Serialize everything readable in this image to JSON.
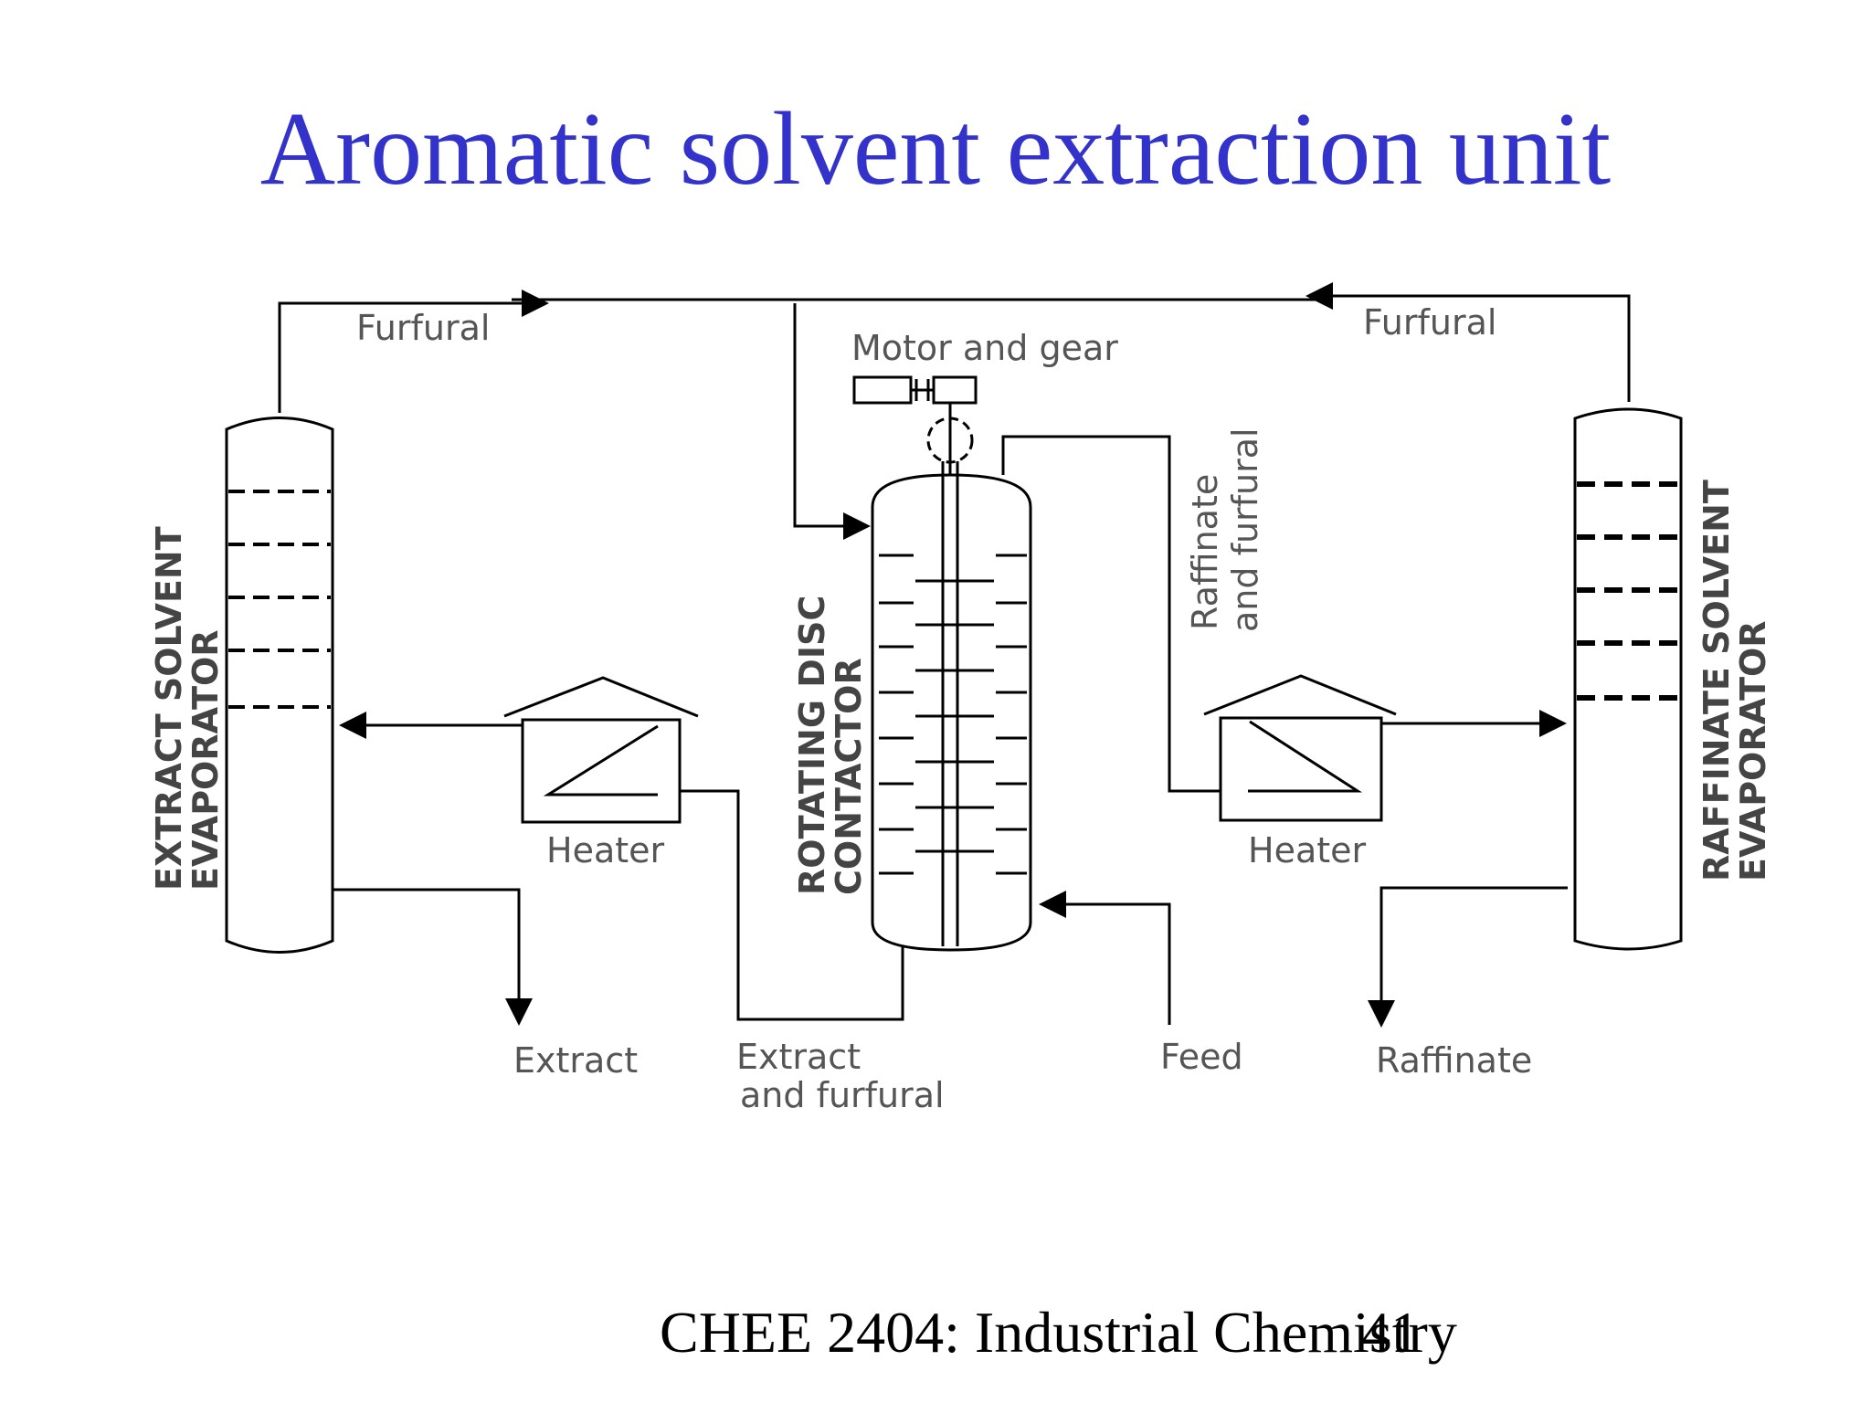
{
  "title": "Aromatic solvent extraction unit",
  "labels": {
    "furfural_left": "Furfural",
    "furfural_right": "Furfural",
    "motor_and_gear": "Motor and gear",
    "raffinate_and_furfural_line1": "Raffinate",
    "raffinate_and_furfural_line2": "and furfural",
    "heater_left": "Heater",
    "heater_right": "Heater",
    "extract": "Extract",
    "extract_and_furfural_line1": "Extract",
    "extract_and_furfural_line2": "and furfural",
    "feed": "Feed",
    "raffinate": "Raffinate",
    "extract_evaporator_line1": "EXTRACT SOLVENT",
    "extract_evaporator_line2": "EVAPORATOR",
    "contactor_line1": "ROTATING DISC",
    "contactor_line2": "CONTACTOR",
    "raffinate_evaporator_line1": "RAFFINATE SOLVENT",
    "raffinate_evaporator_line2": "EVAPORATOR"
  },
  "footer": {
    "course": "CHEE 2404: Industrial Chemistry",
    "page": "41"
  }
}
